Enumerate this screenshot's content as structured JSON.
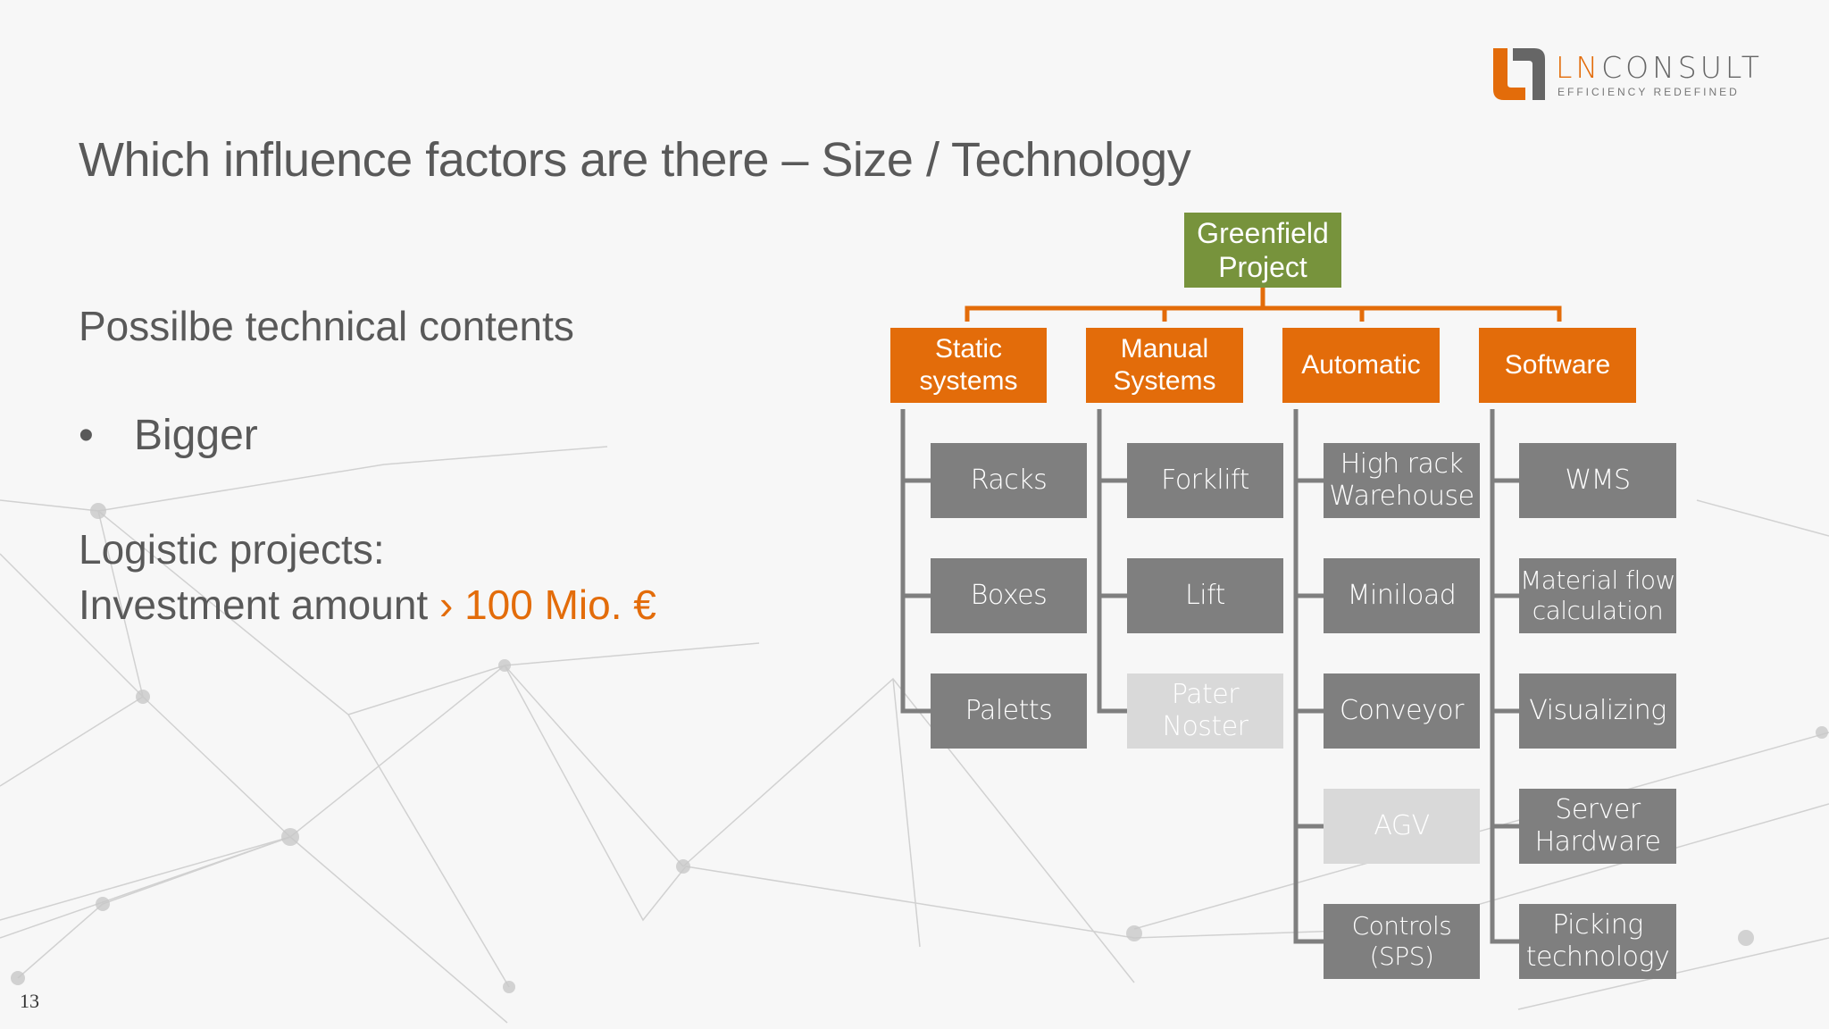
{
  "slide": {
    "title": "Which influence factors are there – Size / Technology",
    "subheading": "Possilbe technical contents",
    "bullet_marker": "•",
    "bullet_text": "Bigger",
    "logistic_label": "Logistic projects:",
    "investment_label": "Investment amount ",
    "investment_value": "› 100 Mio. €",
    "page_number": "13"
  },
  "logo": {
    "name_accent": "LN",
    "name_rest": "CONSULT",
    "tagline": "EFFICIENCY REDEFINED"
  },
  "colors": {
    "root": "#77933c",
    "category": "#e36c0a",
    "leaf": "#7f7f7f",
    "leaf_dimmed": "#d9d9d9",
    "text": "#595959",
    "accent": "#e36c0a"
  },
  "diagram": {
    "root": {
      "line1": "Greenfield",
      "line2": "Project"
    },
    "categories": [
      {
        "line1": "Static",
        "line2": "systems",
        "items": [
          {
            "line1": "Racks",
            "line2": "",
            "dimmed": false
          },
          {
            "line1": "Boxes",
            "line2": "",
            "dimmed": false
          },
          {
            "line1": "Paletts",
            "line2": "",
            "dimmed": false
          }
        ]
      },
      {
        "line1": "Manual",
        "line2": "Systems",
        "items": [
          {
            "line1": "Forklift",
            "line2": "",
            "dimmed": false
          },
          {
            "line1": "Lift",
            "line2": "",
            "dimmed": false
          },
          {
            "line1": "Pater Noster",
            "line2": "",
            "dimmed": true
          }
        ]
      },
      {
        "line1": "Automatic",
        "line2": "",
        "items": [
          {
            "line1": "High rack",
            "line2": "Warehouse",
            "dimmed": false
          },
          {
            "line1": "Miniload",
            "line2": "",
            "dimmed": false
          },
          {
            "line1": "Conveyor",
            "line2": "",
            "dimmed": false
          },
          {
            "line1": "AGV",
            "line2": "",
            "dimmed": true
          },
          {
            "line1": "Controls (SPS)",
            "line2": "",
            "dimmed": false
          }
        ]
      },
      {
        "line1": "Software",
        "line2": "",
        "items": [
          {
            "line1": "WMS",
            "line2": "",
            "dimmed": false
          },
          {
            "line1": "Material flow",
            "line2": "calculation",
            "dimmed": false
          },
          {
            "line1": "Visualizing",
            "line2": "",
            "dimmed": false
          },
          {
            "line1": "Server",
            "line2": "Hardware",
            "dimmed": false
          },
          {
            "line1": "Picking",
            "line2": "technology",
            "dimmed": false
          }
        ]
      }
    ]
  }
}
